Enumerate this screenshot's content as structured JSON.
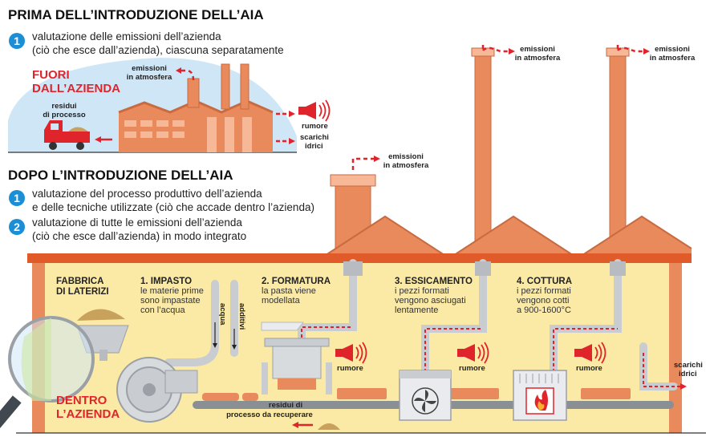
{
  "before": {
    "title": "PRIMA DELL’INTRODUZIONE DELL’AIA",
    "item1_num": "1",
    "item1_line1": "valutazione delle emissioni dell’azienda",
    "item1_line2": "(ciò che esce dall’azienda), ciascuna separatamente",
    "outside_line1": "FUORI",
    "outside_line2": "DALL’AZIENDA",
    "emissions_line1": "emissioni",
    "emissions_line2": "in atmosfera",
    "residues_line1": "residui",
    "residues_line2": "di processo",
    "noise": "rumore",
    "discharges_line1": "scarichi",
    "discharges_line2": "idrici"
  },
  "after": {
    "title": "DOPO L’INTRODUZIONE DELL’AIA",
    "item1_num": "1",
    "item1_line1": "valutazione del processo produttivo dell’azienda",
    "item1_line2": "e delle tecniche utilizzate (ciò che accade dentro l’azienda)",
    "item2_num": "2",
    "item2_line1": "valutazione di tutte le emissioni dell’azienda",
    "item2_line2": "(ciò che esce dall’azienda) in modo integrato"
  },
  "chimneys": {
    "emissions_line1": "emissioni",
    "emissions_line2": "in atmosfera"
  },
  "factory": {
    "name_line1": "FABBRICA",
    "name_line2": "DI LATERIZI",
    "inside_line1": "DENTRO",
    "inside_line2": "L’AZIENDA",
    "water": "acqua",
    "additives": "additivi",
    "residues_line1": "residui di",
    "residues_line2": "processo da recuperare",
    "noise": "rumore",
    "discharges_line1": "scarichi",
    "discharges_line2": "idrici",
    "steps": [
      {
        "title": "1. IMPASTO",
        "line1": "le materie prime",
        "line2": "sono impastate",
        "line3": "con l’acqua"
      },
      {
        "title": "2. FORMATURA",
        "line1": "la pasta viene",
        "line2": "modellata",
        "line3": ""
      },
      {
        "title": "3. ESSICAMENTO",
        "line1": "i pezzi formati",
        "line2": "vengono asciugati",
        "line3": "lentamente"
      },
      {
        "title": "4. COTTURA",
        "line1": "i pezzi formati",
        "line2": "vengono cotti",
        "line3": "a 900-1600°C"
      }
    ]
  },
  "colors": {
    "red": "#e0242b",
    "blue": "#1a8fd6",
    "brick": "#e98a5c",
    "cream": "#fbeaa6",
    "sky": "#cfe6f7",
    "gray": "#c9ccd0"
  },
  "icons": [
    "megaphone-icon",
    "truck-icon",
    "fan-icon",
    "flame-icon",
    "magnifier-icon",
    "brick-icon"
  ]
}
